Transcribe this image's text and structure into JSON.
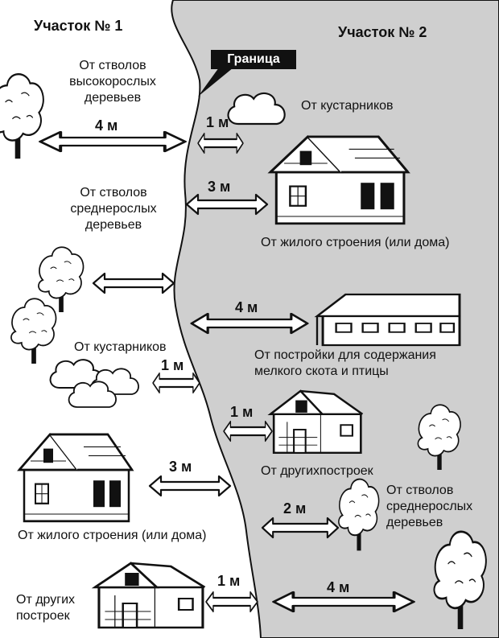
{
  "plot1": {
    "title": "Участок № 1"
  },
  "plot2": {
    "title": "Участок № 2"
  },
  "border_label": "Граница",
  "plot1_labels": {
    "tall_trees": [
      "От стволов",
      "высокорослых",
      "деревьев"
    ],
    "medium_trees": [
      "От стволов",
      "среднерослых",
      "деревьев"
    ],
    "shrubs": "От кустарников",
    "house": "От жилого строения (или дома)",
    "other_buildings": [
      "От других",
      "построек"
    ]
  },
  "plot2_labels": {
    "shrubs": "От кустарников",
    "house": "От жилого строения (или дома)",
    "livestock": [
      "От постройки для содержания",
      "мелкого скота и птицы"
    ],
    "other_buildings": "От другихпостроек",
    "medium_trees": [
      "От стволов",
      "среднерослых",
      "деревьев"
    ]
  },
  "distances": {
    "tall_trees": "4 м",
    "shrubs_right": "1 м",
    "house_right": "3 м",
    "livestock": "4 м",
    "shrubs_left": "1 м",
    "other_right": "1 м",
    "house_left": "3 м",
    "medium_trees_right": "2 м",
    "other_left": "1 м",
    "tall_trees_right": "4 м"
  },
  "colors": {
    "plot2_fill": "#cfcfcf",
    "ink": "#111111"
  }
}
